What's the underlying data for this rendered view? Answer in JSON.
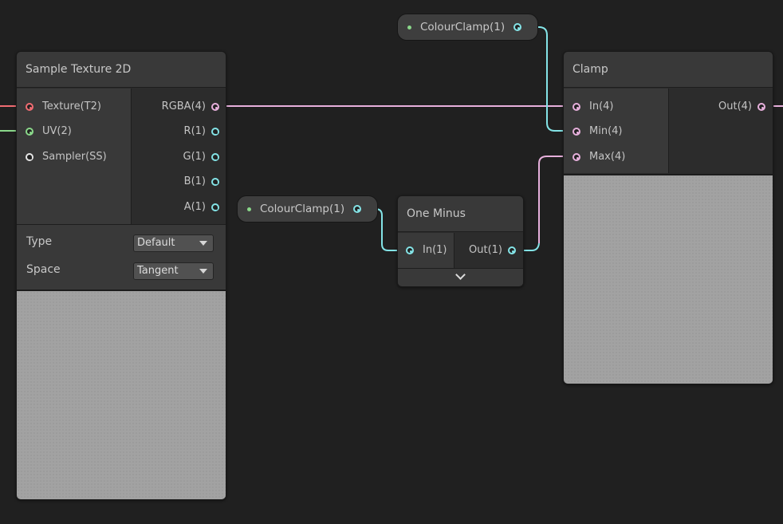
{
  "colors": {
    "background": "#202020",
    "vector4": "#e7b0dc",
    "vector1": "#84e4e7",
    "vector2": "#8ad88a",
    "texture2d": "#f06c72",
    "sampler": "#e6e6e6"
  },
  "sample_texture": {
    "title": "Sample Texture 2D",
    "inputs": [
      "Texture(T2)",
      "UV(2)",
      "Sampler(SS)"
    ],
    "outputs": [
      "RGBA(4)",
      "R(1)",
      "G(1)",
      "B(1)",
      "A(1)"
    ],
    "settings": [
      {
        "label": "Type",
        "value": "Default"
      },
      {
        "label": "Space",
        "value": "Tangent"
      }
    ]
  },
  "property_top": {
    "label": "ColourClamp(1)"
  },
  "property_mid": {
    "label": "ColourClamp(1)"
  },
  "one_minus": {
    "title": "One Minus",
    "input": "In(1)",
    "output": "Out(1)",
    "expand_icon": "chevron-down-icon"
  },
  "clamp": {
    "title": "Clamp",
    "inputs": [
      "In(4)",
      "Min(4)",
      "Max(4)"
    ],
    "output": "Out(4)"
  }
}
